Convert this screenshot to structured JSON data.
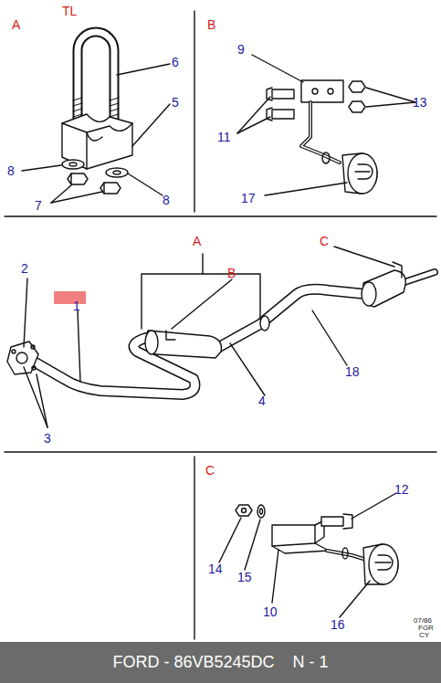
{
  "diagram": {
    "nodes": [
      {
        "text": [
          "FORD - 86VB5245DC    N - 1"
        ]
      }
    ],
    "labels": [
      "A",
      "TL",
      "6",
      "5",
      "8",
      "7",
      "8",
      "B",
      "9",
      "13",
      "11",
      "17",
      "2",
      "1",
      "3",
      "A",
      "B",
      "C",
      "18",
      "4",
      "C",
      "12",
      "14",
      "15",
      "10",
      "16",
      "07/86",
      "FGR",
      "CY"
    ]
  }
}
